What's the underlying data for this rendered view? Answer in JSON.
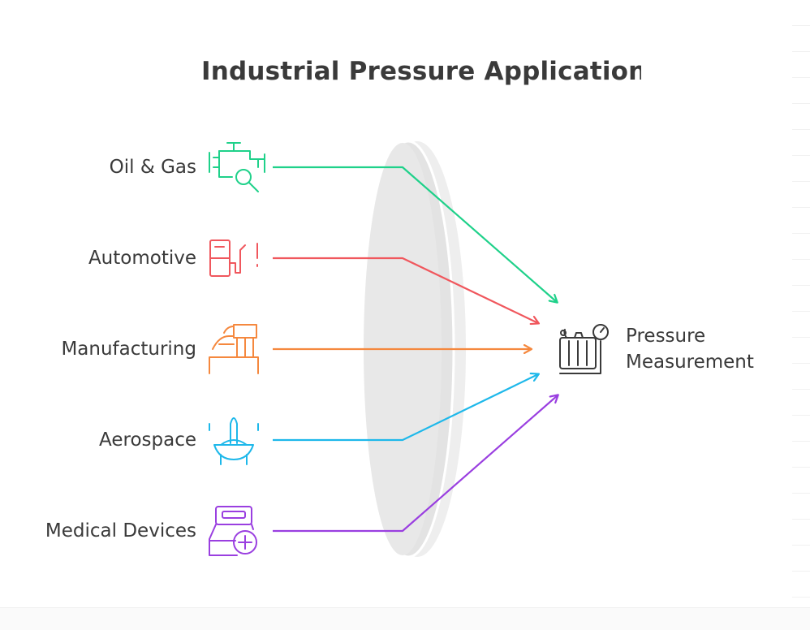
{
  "title": "Industrial Pressure Application",
  "sources": [
    {
      "label": "Oil & Gas",
      "icon": "oil-valve-search-icon",
      "color": "#1fd18a"
    },
    {
      "label": "Automotive",
      "icon": "fuel-pump-alert-icon",
      "color": "#f0575d"
    },
    {
      "label": "Manufacturing",
      "icon": "factory-icon",
      "color": "#f5883e"
    },
    {
      "label": "Aerospace",
      "icon": "rocket-launch-icon",
      "color": "#1eb8ea"
    },
    {
      "label": "Medical Devices",
      "icon": "medical-kit-plus-icon",
      "color": "#9a3fe0"
    }
  ],
  "target": {
    "line1": "Pressure",
    "line2": "Measurement",
    "icon": "pressure-gauge-icon",
    "color": "#3a3a3a"
  },
  "lens_color": "#e6e6e6"
}
